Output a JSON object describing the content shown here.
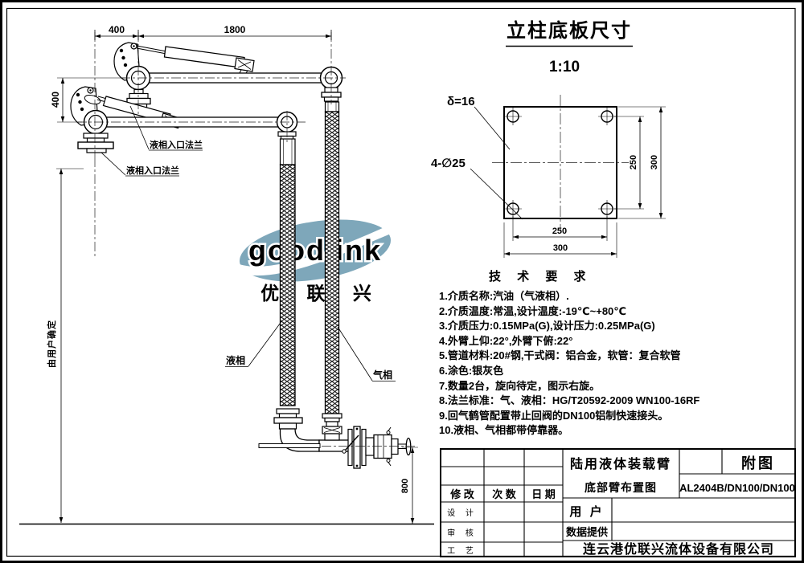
{
  "drawing": {
    "dims": {
      "top_left": "400",
      "top_right": "1800",
      "left_vertical": "400",
      "bottom_height": "800",
      "user_defined_note": "由用户确定"
    },
    "labels": {
      "inlet_flange_upper": "液相入口法兰",
      "inlet_flange_lower": "液相入口法兰",
      "liquid_phase": "液相",
      "gas_phase": "气相"
    }
  },
  "base_plate": {
    "title": "立柱底板尺寸",
    "scale": "1:10",
    "thickness_label": "δ=16",
    "holes_label": "4-∅25",
    "dim_vertical_inner": "250",
    "dim_vertical_outer": "300",
    "dim_horizontal_inner": "250",
    "dim_horizontal_outer": "300"
  },
  "tech": {
    "title": "技 术 要 求",
    "items": [
      "1.介质名称:汽油（气液相）.",
      "2.介质温度:常温,设计温度:-19℃~+80℃",
      "3.介质压力:0.15MPa(G),设计压力:0.25MPa(G)",
      "4.外臂上仰:22°,外臂下俯:22°",
      "5.管道材料:20#钢,干式阀：铝合金，软管：复合软管",
      "6.涂色:银灰色",
      "7.数量2台，旋向待定，图示右旋。",
      "8.法兰标准：气、液相：HG/T20592-2009  WN100-16RF",
      "9.回气鹤管配置带止回阀的DN100铝制快速接头。",
      "10.液相、气相都带停靠器。"
    ]
  },
  "title_block": {
    "modify": "修 改",
    "times": "次 数",
    "date": "日 期",
    "design": "设 计",
    "check": "审 核",
    "process": "工 艺",
    "product_name": "陆用液体装载臂",
    "drawing_name": "底部臂布置图",
    "attachment": "附图",
    "model": "AL2404B/DN100/DN100",
    "customer_label": "用 户",
    "data_provided_label": "数据提供",
    "company": "连云港优联兴流体设备有限公司"
  },
  "watermark": {
    "brand": "goodlink",
    "cn": "优 联 兴",
    "ellipse_color": "#7ea7ba",
    "brand_color": "#8f8f8f"
  }
}
